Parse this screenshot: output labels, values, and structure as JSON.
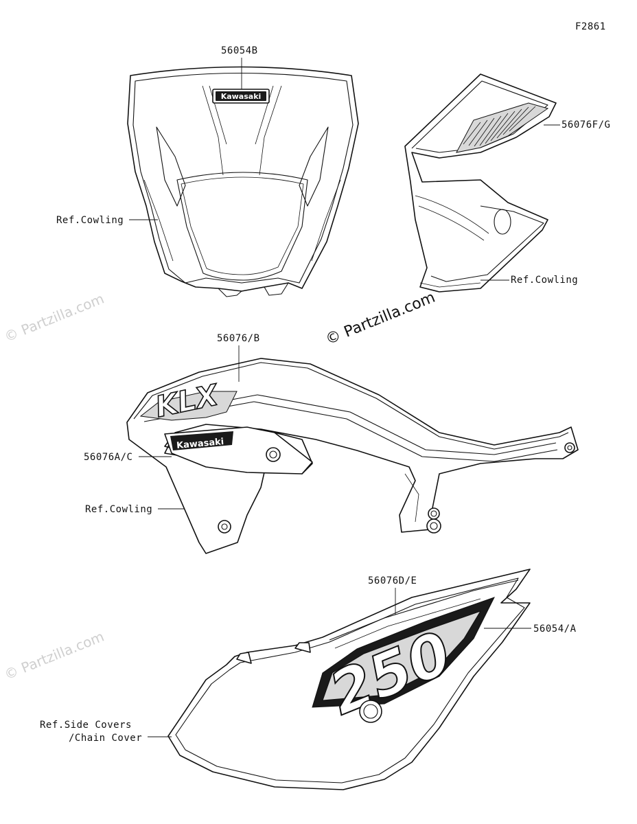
{
  "figure_code": "F2861",
  "watermarks": {
    "main": "© Partzilla.com",
    "left_top": "© Partzilla.com",
    "left_bottom": "© Partzilla.com"
  },
  "callouts": {
    "headlight_part": "56054B",
    "headlight_ref": "Ref.Cowling",
    "shroud_part": "56076F/G",
    "shroud_ref": "Ref.Cowling",
    "tank_part": "56076/B",
    "tank_part_side": "56076A/C",
    "tank_ref": "Ref.Cowling",
    "side_part_top": "56076D/E",
    "side_part_right": "56054/A",
    "side_ref_line1": "Ref.Side Covers",
    "side_ref_line2": "/Chain Cover"
  },
  "decal_text": {
    "headlight_brand": "Kawasaki",
    "tank_brand": "Kawasaki",
    "tank_model": "KLX",
    "side_number": "250"
  }
}
